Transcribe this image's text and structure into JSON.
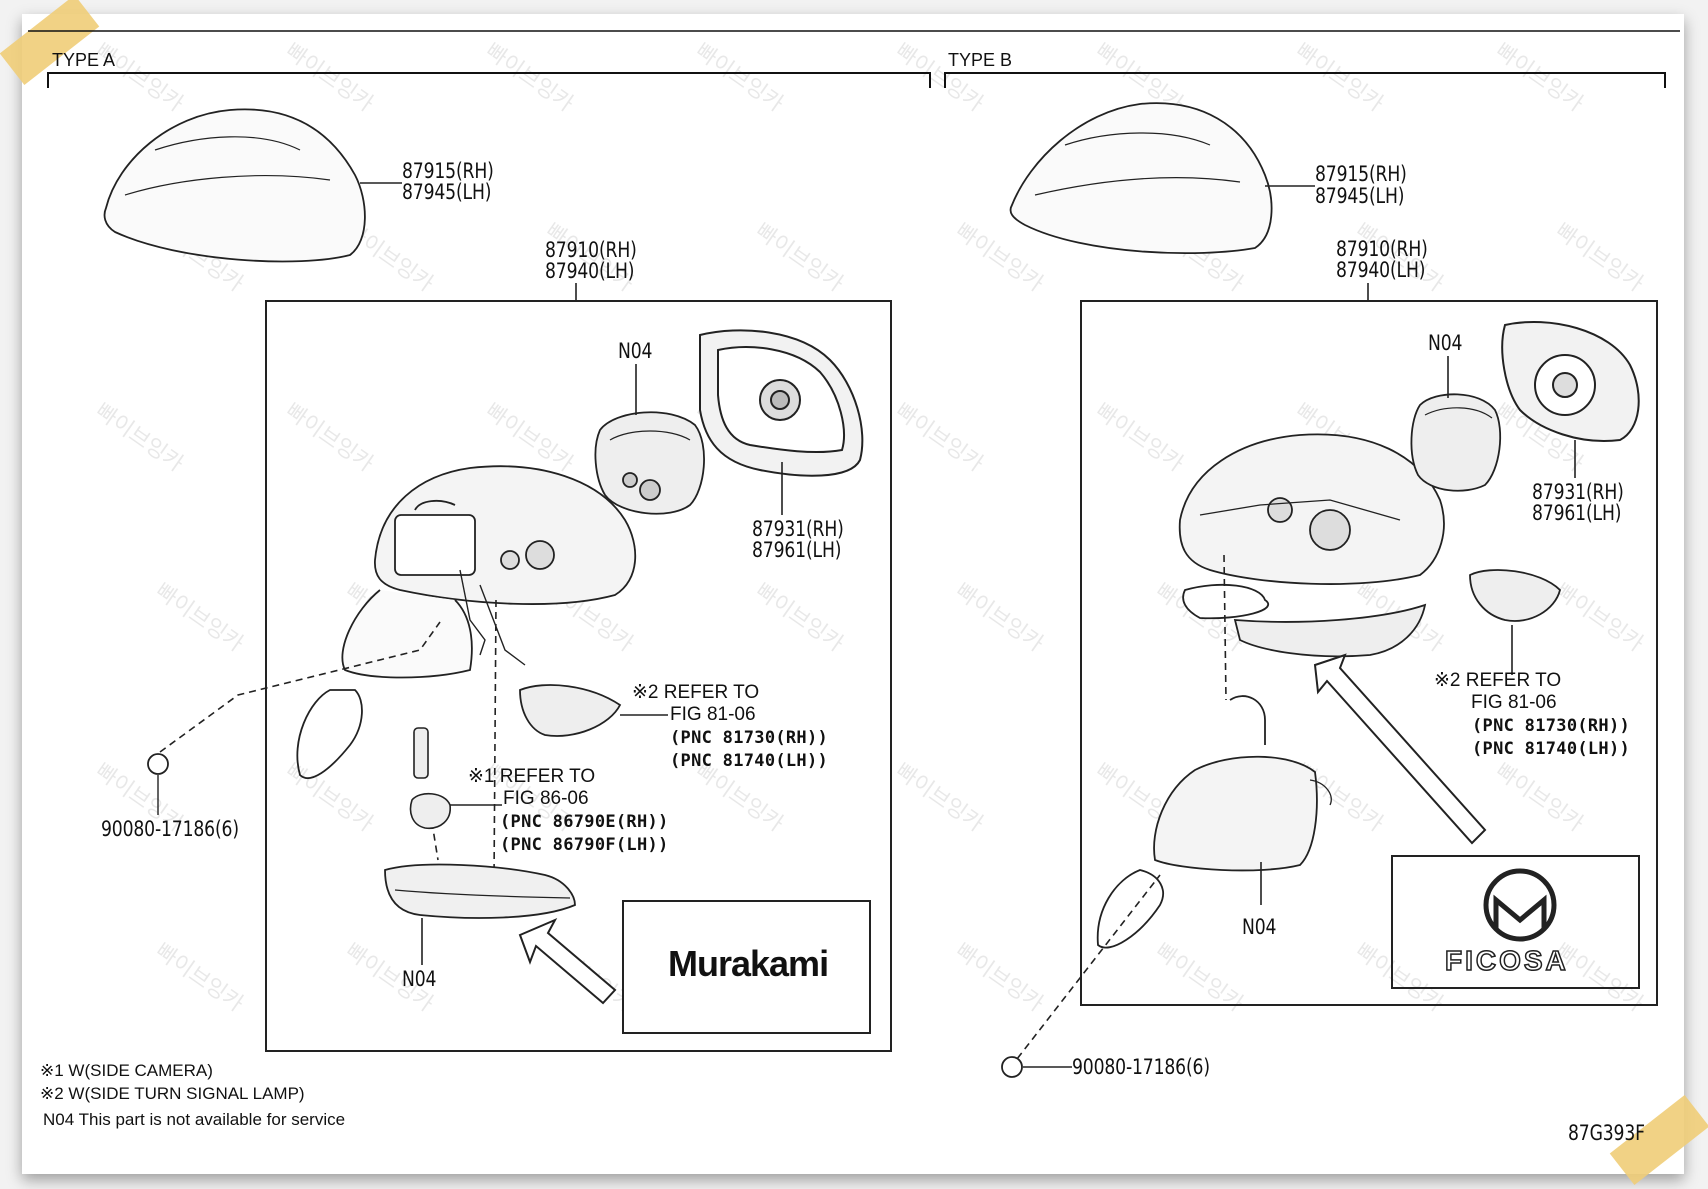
{
  "type_a": {
    "title": "TYPE A",
    "cover_part": [
      "87915(RH)",
      "87945(LH)"
    ],
    "assembly_part": [
      "87910(RH)",
      "87940(LH)"
    ],
    "actuator_label": "N04",
    "mirror_part": [
      "87931(RH)",
      "87961(LH)"
    ],
    "ref2": [
      "※2  REFER TO",
      "FIG 81-06",
      "(PNC 81730(RH))",
      "(PNC 81740(LH))"
    ],
    "ref1": [
      "※1  REFER TO",
      "FIG 86-06",
      "(PNC 86790E(RH))",
      "(PNC 86790F(LH))"
    ],
    "lamp_label": "N04",
    "bolt_part": "90080-17186(6)",
    "maker": "Murakami"
  },
  "type_b": {
    "title": "TYPE B",
    "cover_part": [
      "87915(RH)",
      "87945(LH)"
    ],
    "assembly_part": [
      "87910(RH)",
      "87940(LH)"
    ],
    "actuator_label": "N04",
    "mirror_part": [
      "87931(RH)",
      "87961(LH)"
    ],
    "ref2": [
      "※2  REFER TO",
      "FIG 81-06",
      "(PNC 81730(RH))",
      "(PNC 81740(LH))"
    ],
    "base_label": "N04",
    "bolt_part": "90080-17186(6)",
    "maker": "FICOSA"
  },
  "footnotes": [
    "※1 W(SIDE CAMERA)",
    "※2 W(SIDE TURN SIGNAL LAMP)",
    "N04 This part is not available for service"
  ],
  "figure_code": "87G393F",
  "watermark": "빠이브잉카"
}
